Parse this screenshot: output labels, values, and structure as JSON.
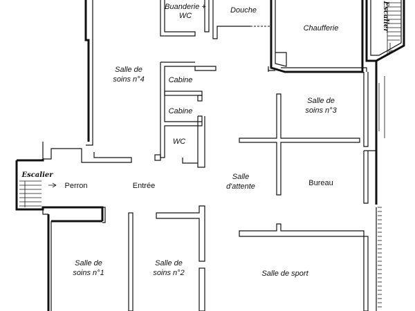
{
  "rooms": {
    "buanderie_l1": "Buanderie +",
    "buanderie_l2": "WC",
    "douche": "Douche",
    "chaufferie": "Chaufferie",
    "salle4_l1": "Salle de",
    "salle4_l2": "soins n°4",
    "cabine1": "Cabine",
    "cabine2": "Cabine",
    "wc": "WC",
    "salle3_l1": "Salle de",
    "salle3_l2": "soins n°3",
    "escalier_left": "Escalier",
    "escalier_right": "Escalier",
    "perron": "Perron",
    "entree": "Entrée",
    "attente_l1": "Salle",
    "attente_l2": "d'attente",
    "bureau": "Bureau",
    "salle1_l1": "Salle de",
    "salle1_l2": "soins n°1",
    "salle2_l1": "Salle de",
    "salle2_l2": "soins n°2",
    "sport": "Salle de sport"
  }
}
